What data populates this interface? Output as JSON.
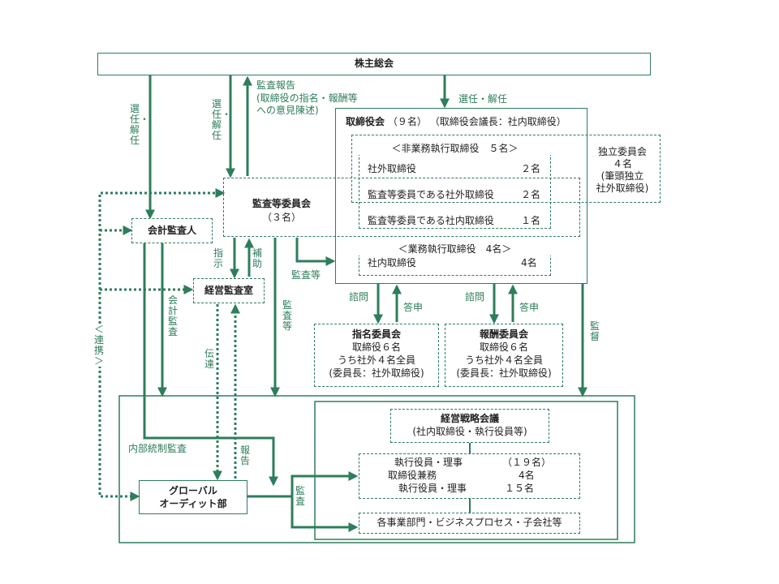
{
  "shareholders_meeting": "株主総会",
  "board": {
    "title": "取締役会",
    "count": "（９名）",
    "chair": "（取締役会議長：社内取締役）",
    "non_exec_header": "＜非業務執行取締役　５名＞",
    "rows": [
      {
        "label": "社外取締役",
        "count": "２名"
      },
      {
        "label": "監査等委員である社外取締役",
        "count": "２名"
      },
      {
        "label": "監査等委員である社内取締役",
        "count": "１名"
      }
    ],
    "exec_header": "＜業務執行取締役　4名＞",
    "exec_row": {
      "label": "社内取締役",
      "count": "4名"
    }
  },
  "independent_committee": {
    "lines": [
      "独立委員会",
      "４名",
      "(筆頭独立",
      "社外取締役)"
    ]
  },
  "audit_committee": {
    "title": "監査等委員会",
    "count": "（３名）"
  },
  "accounting_auditor": "会計監査人",
  "management_audit_office": "経営監査室",
  "nomination_committee": {
    "title": "指名委員会",
    "lines": [
      "取締役６名",
      "うち社外４名全員",
      "(委員長：社外取締役)"
    ]
  },
  "compensation_committee": {
    "title": "報酬委員会",
    "lines": [
      "取締役６名",
      "うち社外４名全員",
      "(委員長：社外取締役)"
    ]
  },
  "management_strategy": {
    "title": "経営戦略会議",
    "subtitle": "(社内取締役・執行役員等)"
  },
  "officers": {
    "rows": [
      {
        "label": "執行役員・理事",
        "count": "（１９名）"
      },
      {
        "label": "取締役兼務",
        "count": "4名"
      },
      {
        "label": "執行役員・理事",
        "count": "１５名"
      }
    ]
  },
  "business_divisions": "各事業部門・ビジネスプロセス・子会社等",
  "global_audit": {
    "line1": "グローバル",
    "line2": "オーディット部"
  },
  "labels": {
    "elect_dismiss": "選任・解任",
    "audit_report_l1": "監査報告",
    "audit_report_l2": "(取締役の指名・報酬等",
    "audit_report_l3": "への意見陳述)",
    "elect_dismiss_right": "選任・解任",
    "instruct": "指示",
    "assist": "補助",
    "audit_etc_h": "監査等",
    "audit_etc_v": "監査等",
    "inquiry1": "諮問",
    "answer1": "答申",
    "inquiry2": "諮問",
    "answer2": "答申",
    "audit_right": "監督",
    "accounting_audit": "会計監査",
    "communicate": "伝達",
    "report": "報告",
    "cooperation": "＜連携＞",
    "internal_control_audit": "内部統制監査",
    "audit_bottom": "監査"
  },
  "colors": {
    "accent": "#2e7d5b",
    "text": "#222222"
  }
}
